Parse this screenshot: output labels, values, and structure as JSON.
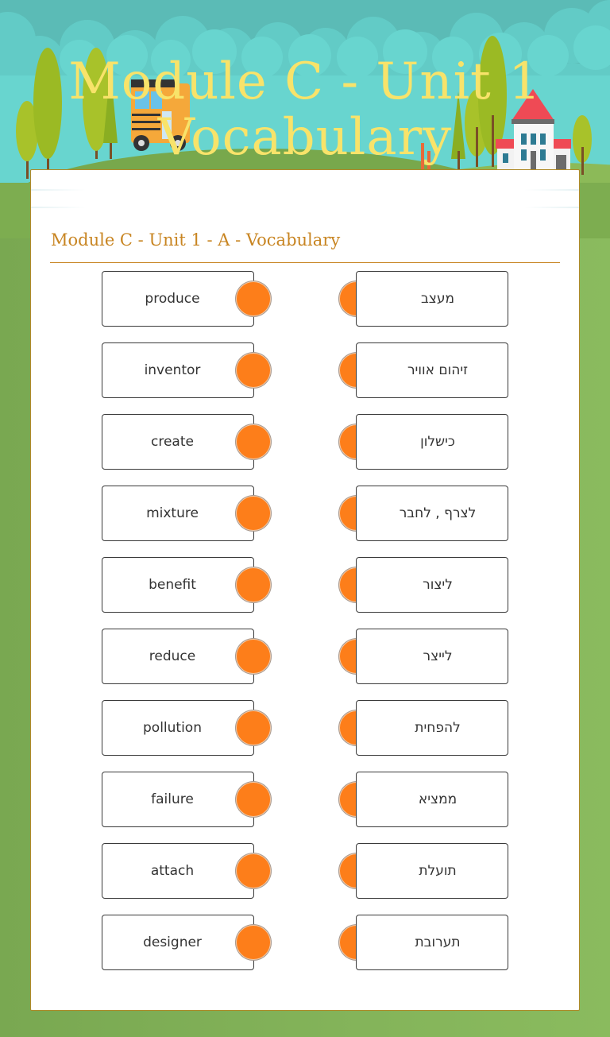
{
  "header": {
    "title_line1": "Module C - Unit 1",
    "title_line2": "Vocabulary",
    "title_color": "#f8e36a"
  },
  "worksheet": {
    "section_title": "Module C - Unit 1 - A - Vocabulary",
    "accent_color": "#c88522",
    "connector_color": "#fd7e1a",
    "left_items": [
      {
        "label": "produce"
      },
      {
        "label": "inventor"
      },
      {
        "label": "create"
      },
      {
        "label": "mixture"
      },
      {
        "label": "benefit"
      },
      {
        "label": "reduce"
      },
      {
        "label": "pollution"
      },
      {
        "label": "failure"
      },
      {
        "label": "attach"
      },
      {
        "label": "designer"
      }
    ],
    "right_items": [
      {
        "label": "מעצב"
      },
      {
        "label": "זיהום אוויר"
      },
      {
        "label": "כישלון"
      },
      {
        "label": "לצרף , לחבר"
      },
      {
        "label": "ליצור"
      },
      {
        "label": "לייצר"
      },
      {
        "label": "להפחית"
      },
      {
        "label": "ממציא"
      },
      {
        "label": "תועלת"
      },
      {
        "label": "תערובת"
      }
    ]
  }
}
